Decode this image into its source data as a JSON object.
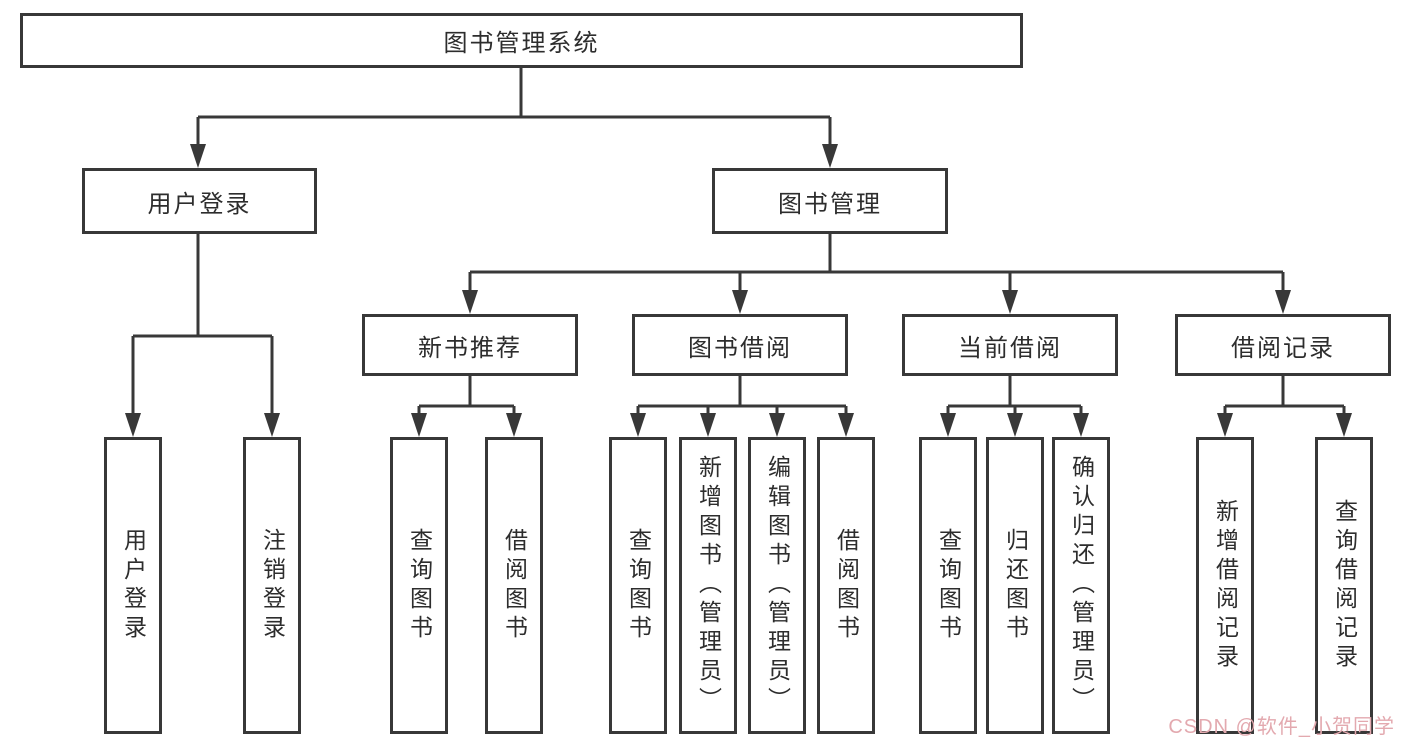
{
  "diagram": {
    "root": {
      "label": "图书管理系统"
    },
    "branches": {
      "user_login": {
        "label": "用户登录"
      },
      "book_management": {
        "label": "图书管理"
      }
    },
    "modules": {
      "new_book_recommendation": {
        "label": "新书推荐"
      },
      "book_borrowing": {
        "label": "图书借阅"
      },
      "current_borrowing": {
        "label": "当前借阅"
      },
      "borrowing_records": {
        "label": "借阅记录"
      }
    },
    "functions": {
      "user_login": {
        "label": "用户登录"
      },
      "logout": {
        "label": "注销登录"
      },
      "recommend_query_books": {
        "label": "查询图书"
      },
      "recommend_borrow_books": {
        "label": "借阅图书"
      },
      "borrow_query_books": {
        "label": "查询图书"
      },
      "borrow_add_books": {
        "label": "新增图书（管理员）"
      },
      "borrow_edit_books": {
        "label": "编辑图书（管理员）"
      },
      "borrow_lend_books": {
        "label": "借阅图书"
      },
      "current_query_books": {
        "label": "查询图书"
      },
      "current_return_books": {
        "label": "归还图书"
      },
      "current_confirm_return": {
        "label": "确认归还（管理员）"
      },
      "records_add_record": {
        "label": "新增借阅记录"
      },
      "records_query_record": {
        "label": "查询借阅记录"
      }
    }
  },
  "watermark": {
    "text": "CSDN @软件_小贺同学"
  },
  "colors": {
    "line": "#383838",
    "text": "#2d2d2d",
    "box_background": "#ffffff",
    "watermark": "#e3a9af",
    "background": "#ffffff"
  }
}
